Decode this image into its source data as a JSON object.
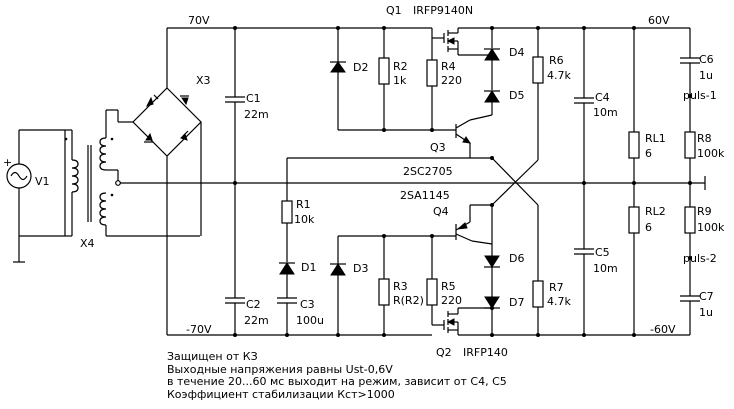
{
  "rails": {
    "pos_in": "70V",
    "neg_in": "-70V",
    "pos_out": "60V",
    "neg_out": "-60V"
  },
  "components": {
    "Q1": "Q1",
    "Q1_type": "IRFP9140N",
    "Q2": "Q2",
    "Q2_type": "IRFP140",
    "Q3": "Q3",
    "Q3_type": "2SC2705",
    "Q4": "Q4",
    "Q4_type": "2SA1145",
    "X3": "X3",
    "X4": "X4",
    "V1": "V1",
    "C1": "C1",
    "C1_val": "22m",
    "C2": "C2",
    "C2_val": "22m",
    "C3": "C3",
    "C3_val": "100u",
    "C4": "C4",
    "C4_val": "10m",
    "C5": "C5",
    "C5_val": "10m",
    "C6": "C6",
    "C6_val": "1u",
    "C7": "C7",
    "C7_val": "1u",
    "D1": "D1",
    "D2": "D2",
    "D3": "D3",
    "D4": "D4",
    "D5": "D5",
    "D6": "D6",
    "D7": "D7",
    "R1": "R1",
    "R1_val": "10k",
    "R2": "R2",
    "R2_val": "1k",
    "R3": "R3",
    "R3_val": "R(R2)",
    "R4": "R4",
    "R4_val": "220",
    "R5": "R5",
    "R5_val": "220",
    "R6": "R6",
    "R6_val": "4.7k",
    "R7": "R7",
    "R7_val": "4.7k",
    "R8": "R8",
    "R8_val": "100k",
    "R9": "R9",
    "R9_val": "100k",
    "RL1": "RL1",
    "RL1_val": "6",
    "RL2": "RL2",
    "RL2_val": "6",
    "puls1": "puls-1",
    "puls2": "puls-2"
  },
  "notes": [
    "Защищен от КЗ",
    "Выходные напряжения равны Ust-0,6V",
    "в течение 20...60 мс выходит на режим, зависит от С4, С5",
    "Коэффициент стабилизации Кст>1000"
  ]
}
